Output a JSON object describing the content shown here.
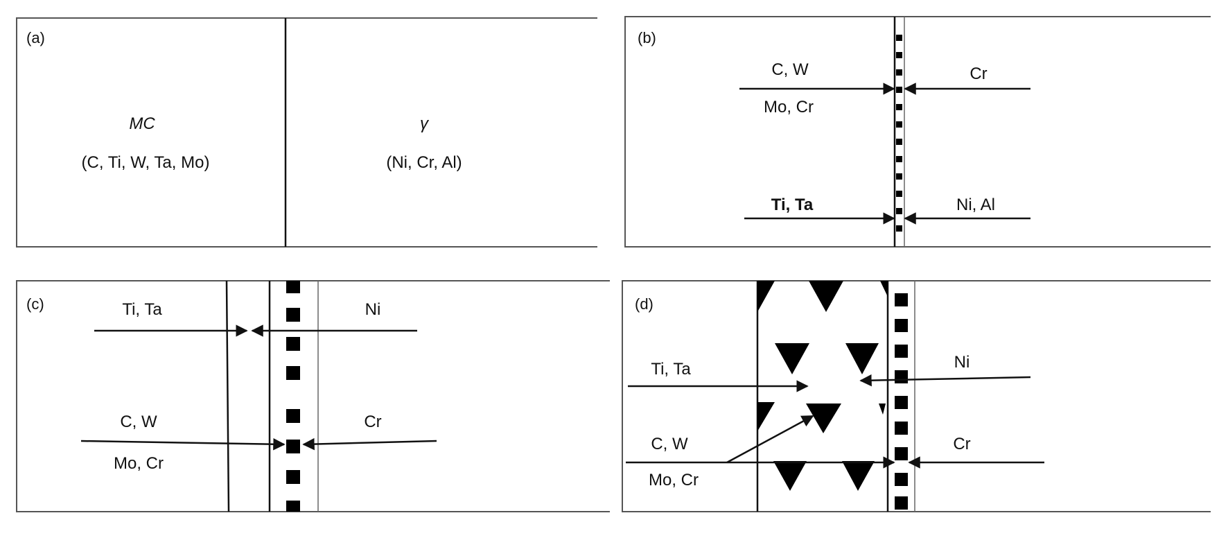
{
  "panels": {
    "a": {
      "tag": "(a)",
      "left_phase": "MC",
      "left_elements": "(C, Ti, W, Ta, Mo)",
      "right_phase": "γ",
      "right_elements": "(Ni, Cr, Al)"
    },
    "b": {
      "tag": "(b)",
      "left_top_1": "C, W",
      "left_top_2": "Mo, Cr",
      "right_top": "Cr",
      "left_bottom": "Ti, Ta",
      "right_bottom": "Ni, Al"
    },
    "c": {
      "tag": "(c)",
      "left_top": "Ti, Ta",
      "right_top": "Ni",
      "left_bottom_1": "C, W",
      "left_bottom_2": "Mo, Cr",
      "right_bottom": "Cr"
    },
    "d": {
      "tag": "(d)",
      "left_top": "Ti, Ta",
      "right_top": "Ni",
      "left_bottom_1": "C, W",
      "left_bottom_2": "Mo, Cr",
      "right_bottom": "Cr"
    }
  }
}
